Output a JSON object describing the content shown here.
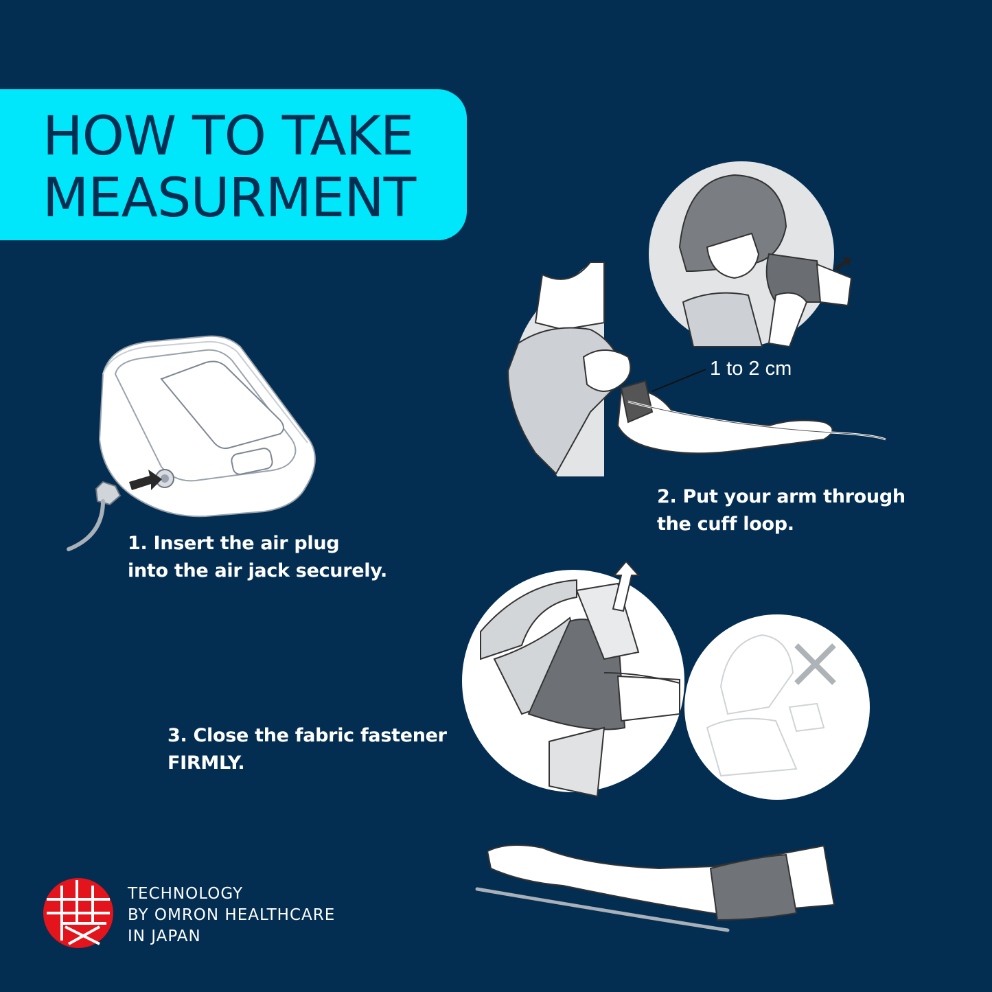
{
  "title": {
    "line1": "HOW TO TAKE",
    "line2": "MEASURMENT"
  },
  "steps": [
    {
      "line1": "1. Insert the air plug",
      "line2": "into the air jack securely."
    },
    {
      "line1": "2. Put your arm through",
      "line2": "the cuff loop."
    },
    {
      "line1": "3. Close the fabric fastener",
      "line2": "FIRMLY."
    }
  ],
  "measurement_note": "1 to 2 cm",
  "footer": {
    "line1": "TECHNOLOGY",
    "line2": "BY OMRON HEALTHCARE",
    "line3": "IN JAPAN"
  },
  "colors": {
    "background": "#032e52",
    "banner": "#00e6fa",
    "logo_red": "#e3141b",
    "text": "#ffffff"
  },
  "icons": [
    "monitor-illustration",
    "arm-cuff-illustration",
    "incorrect-x-icon",
    "omron-logo-icon"
  ]
}
